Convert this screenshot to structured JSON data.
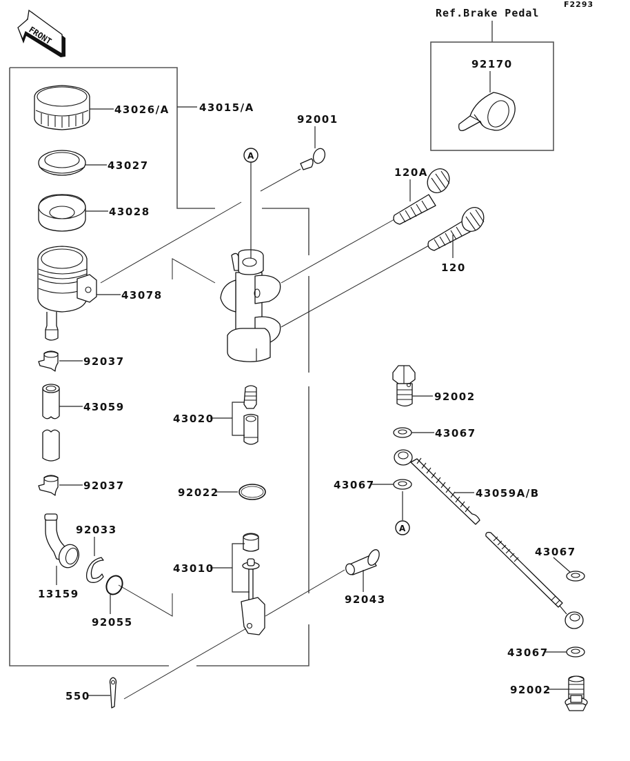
{
  "figure_id": "F2293",
  "front_indicator": "FRONT",
  "reference": {
    "label": "Ref.Brake Pedal",
    "part": "92170"
  },
  "callout_marker": "A",
  "parts": {
    "p43015A": "43015/A",
    "p43026A": "43026/A",
    "p43027": "43027",
    "p43028": "43028",
    "p43078": "43078",
    "p92037_top": "92037",
    "p43059": "43059",
    "p92037_bottom": "92037",
    "p92033": "92033",
    "p13159": "13159",
    "p92055": "92055",
    "p92001": "92001",
    "p120A": "120A",
    "p120": "120",
    "p43020": "43020",
    "p92022": "92022",
    "p43010": "43010",
    "p92043": "92043",
    "p550": "550",
    "p92002_top": "92002",
    "p43067_a": "43067",
    "p43067_b": "43067",
    "p43059AB": "43059A/B",
    "p43067_c": "43067",
    "p43067_d": "43067",
    "p92002_bottom": "92002"
  }
}
